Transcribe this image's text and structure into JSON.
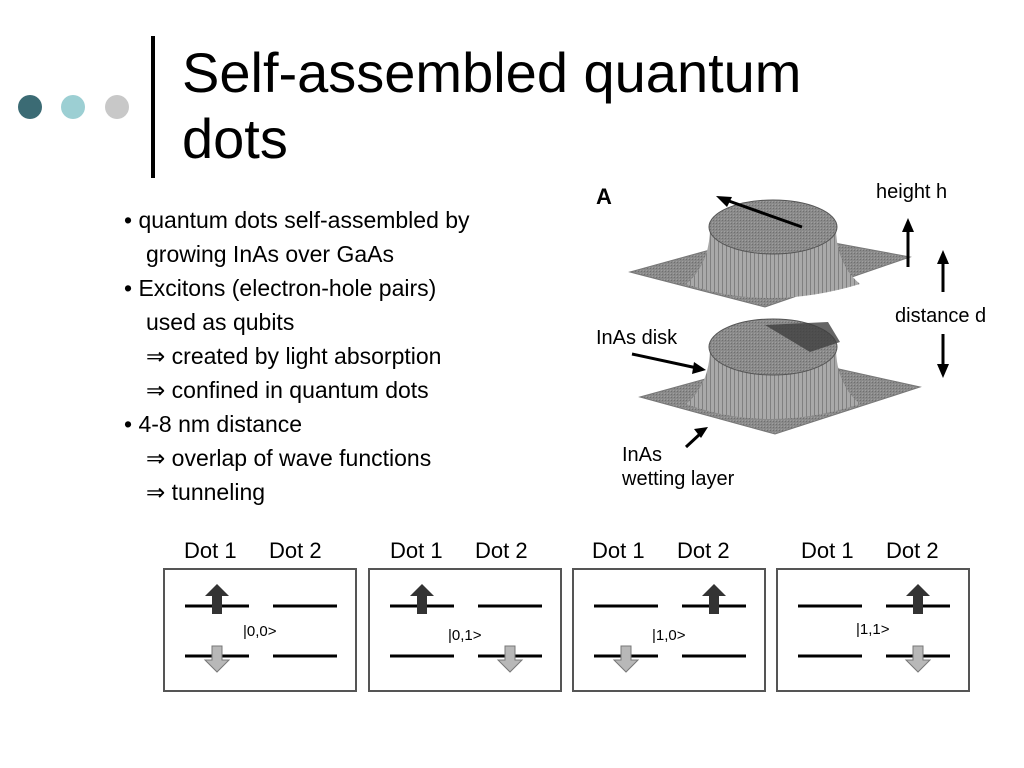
{
  "slide": {
    "title": "Self-assembled quantum dots",
    "accent_dots": [
      "#3b6b74",
      "#9ccfd3",
      "#c8c8c8"
    ]
  },
  "bullets": [
    {
      "text": "• quantum dots self-assembled by",
      "indent": 0
    },
    {
      "text": "growing InAs over GaAs",
      "indent": 1
    },
    {
      "text": "• Excitons (electron-hole pairs)",
      "indent": 0
    },
    {
      "text": "used as qubits",
      "indent": 1
    },
    {
      "text": "⇒ created by light absorption",
      "indent": 1
    },
    {
      "text": "⇒ confined in quantum dots",
      "indent": 1
    },
    {
      "text": "• 4-8 nm distance",
      "indent": 0
    },
    {
      "text": "⇒ overlap of wave functions",
      "indent": 1
    },
    {
      "text": "⇒ tunneling",
      "indent": 1
    }
  ],
  "figure": {
    "panel_letter": "A",
    "label_height": "height h",
    "label_distance": "distance d",
    "label_disk": "InAs disk",
    "label_wetting_1": "InAs",
    "label_wetting_2": "wetting layer"
  },
  "states": [
    {
      "dot1": "Dot 1",
      "dot2": "Dot 2",
      "ket": "|0,0>",
      "up_in": "dot1",
      "down_in": "dot1"
    },
    {
      "dot1": "Dot 1",
      "dot2": "Dot 2",
      "ket": "|0,1>",
      "up_in": "dot1",
      "down_in": "dot2"
    },
    {
      "dot1": "Dot 1",
      "dot2": "Dot 2",
      "ket": "|1,0>",
      "up_in": "dot2",
      "down_in": "dot1"
    },
    {
      "dot1": "Dot 1",
      "dot2": "Dot 2",
      "ket": "|1,1>",
      "up_in": "dot2",
      "down_in": "dot2"
    }
  ]
}
